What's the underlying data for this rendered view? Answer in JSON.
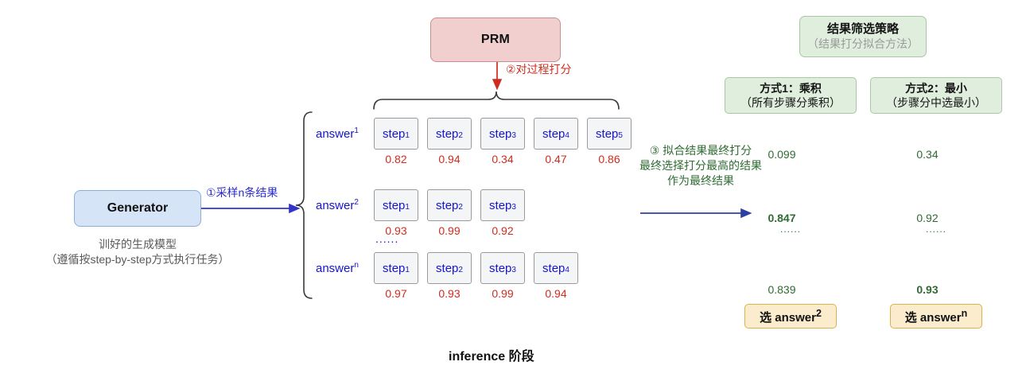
{
  "diagram": {
    "caption": "inference 阶段",
    "prm": {
      "label": "PRM"
    },
    "generator": {
      "label": "Generator",
      "subtitle_line1": "训好的生成模型",
      "subtitle_line2": "（遵循按step-by-step方式执行任务）"
    },
    "annotations": {
      "step1": "①采样n条结果",
      "step2": "②对过程打分",
      "step3_line1": "③ 拟合结果最终打分",
      "step3_line2": "最终选择打分最高的结果",
      "step3_line3": "作为最终结果"
    },
    "strategy": {
      "title": "结果筛选策略",
      "subtitle": "（结果打分拟合方法）",
      "methods": [
        {
          "title": "方式1：乘积",
          "desc": "（所有步骤分乘积）"
        },
        {
          "title": "方式2：最小",
          "desc": "（步骤分中选最小）"
        }
      ]
    },
    "answers": [
      {
        "label": "answer",
        "sup": "1",
        "steps": [
          {
            "name": "step",
            "sub": "1",
            "score": "0.82"
          },
          {
            "name": "step",
            "sub": "2",
            "score": "0.94"
          },
          {
            "name": "step",
            "sub": "3",
            "score": "0.34"
          },
          {
            "name": "step",
            "sub": "4",
            "score": "0.47"
          },
          {
            "name": "step",
            "sub": "5",
            "score": "0.86"
          }
        ],
        "product": "0.099",
        "product_bold": false,
        "minimum": "0.34",
        "minimum_bold": false
      },
      {
        "label": "answer",
        "sup": "2",
        "steps": [
          {
            "name": "step",
            "sub": "1",
            "score": "0.93"
          },
          {
            "name": "step",
            "sub": "2",
            "score": "0.99"
          },
          {
            "name": "step",
            "sub": "3",
            "score": "0.92"
          }
        ],
        "product": "0.847",
        "product_bold": true,
        "minimum": "0.92",
        "minimum_bold": false
      },
      {
        "label": "answer",
        "sup": "n",
        "steps": [
          {
            "name": "step",
            "sub": "1",
            "score": "0.97"
          },
          {
            "name": "step",
            "sub": "2",
            "score": "0.93"
          },
          {
            "name": "step",
            "sub": "3",
            "score": "0.99"
          },
          {
            "name": "step",
            "sub": "4",
            "score": "0.94"
          }
        ],
        "product": "0.839",
        "product_bold": false,
        "minimum": "0.93",
        "minimum_bold": true
      }
    ],
    "ellipsis_rows": "......",
    "ellipsis_results": "......",
    "picks": [
      {
        "prefix": "选 answer",
        "sup": "2"
      },
      {
        "prefix": "选 answer",
        "sup": "n"
      }
    ],
    "colors": {
      "prm_fill": "#f2cfcf",
      "generator_fill": "#d6e4f7",
      "strategy_fill": "#dfeedd",
      "pick_fill": "#fbeccd",
      "score_red": "#d12b1e",
      "result_green": "#2f6b33",
      "step_blue": "#1414d0"
    }
  }
}
